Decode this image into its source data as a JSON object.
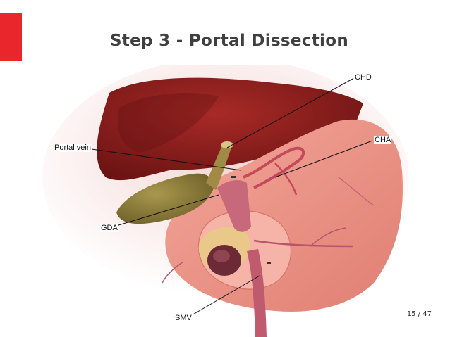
{
  "slide": {
    "title": "Step 3 - Portal Dissection",
    "accent_color": "#e8262b"
  },
  "illustration": {
    "labels": {
      "chd": "CHD",
      "cha": "CHA",
      "portal_vein": "Portal vein",
      "gda": "GDA",
      "smv": "SMV"
    },
    "colors": {
      "liver": "#8c1d1d",
      "duodenum": "#eb8f82",
      "gallbladder": "#8a7a3a",
      "vessels": "#b8556a",
      "pancreas": "#e9c88a"
    }
  },
  "pagination": {
    "label": "15 / 47"
  }
}
